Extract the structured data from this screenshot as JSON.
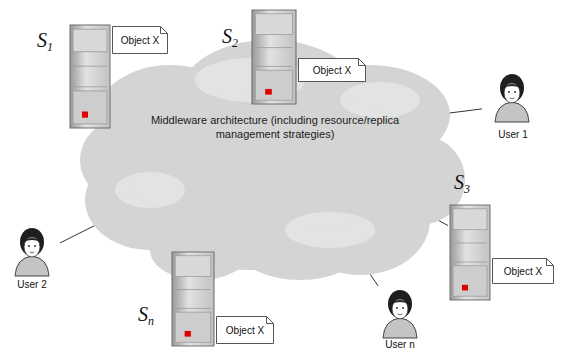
{
  "diagram": {
    "nodes": [
      {
        "text": [
          "S1"
        ]
      },
      {
        "text": [
          "Object X"
        ]
      },
      {
        "text": [
          "S2"
        ]
      },
      {
        "text": [
          "Object X"
        ]
      },
      {
        "text": [
          "Middleware architecture (including resource/replica management strategies)"
        ]
      },
      {
        "text": [
          "User 1"
        ]
      },
      {
        "text": [
          "User 2"
        ]
      },
      {
        "text": [
          "S3"
        ]
      },
      {
        "text": [
          "Object X"
        ]
      },
      {
        "text": [
          "Sn"
        ]
      },
      {
        "text": [
          "Object X"
        ]
      },
      {
        "text": [
          "User n"
        ]
      }
    ],
    "edges": [
      {
        "from": 4,
        "to": 0,
        "arrow": "none"
      },
      {
        "from": 4,
        "to": 2,
        "arrow": "none"
      },
      {
        "from": 4,
        "to": 5,
        "arrow": "none"
      },
      {
        "from": 4,
        "to": 6,
        "arrow": "none"
      },
      {
        "from": 4,
        "to": 7,
        "arrow": "none"
      },
      {
        "from": 4,
        "to": 9,
        "arrow": "none"
      },
      {
        "from": 4,
        "to": 11,
        "arrow": "none"
      }
    ]
  }
}
